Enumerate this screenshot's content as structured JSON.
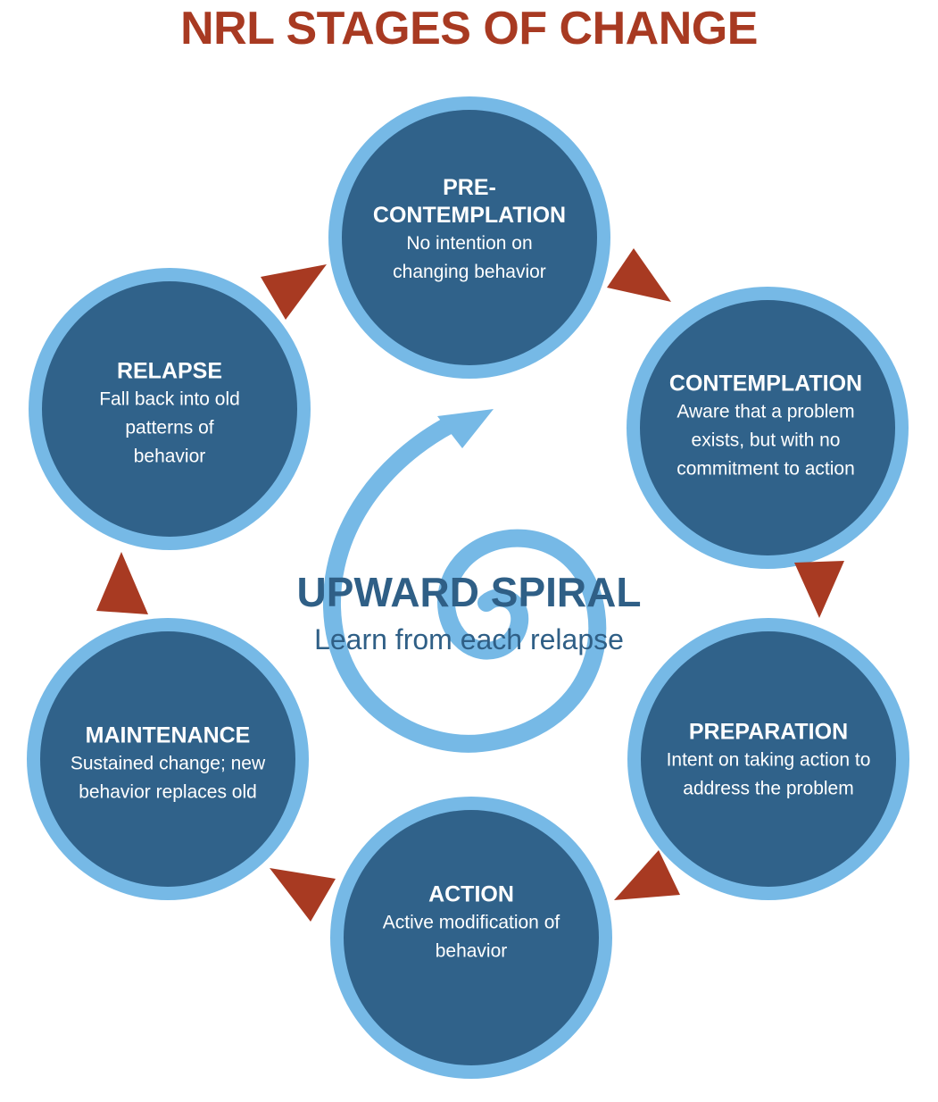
{
  "title": "NRL STAGES OF CHANGE",
  "center": {
    "title": "UPWARD SPIRAL",
    "subtitle": "Learn from each relapse"
  },
  "stages": [
    {
      "id": "pre-contemplation",
      "name": "PRE-\nCONTEMPLATION",
      "description": "No intention on changing behavior"
    },
    {
      "id": "contemplation",
      "name": "CONTEMPLATION",
      "description": "Aware that a problem exists, but with no commitment to action"
    },
    {
      "id": "preparation",
      "name": "PREPARATION",
      "description": "Intent on taking action to address the problem"
    },
    {
      "id": "action",
      "name": "ACTION",
      "description": "Active modification of behavior"
    },
    {
      "id": "maintenance",
      "name": "MAINTENANCE",
      "description": "Sustained change; new behavior replaces old"
    },
    {
      "id": "relapse",
      "name": "RELAPSE",
      "description": "Fall back into old patterns of behavior"
    }
  ],
  "colors": {
    "title": "#a83a22",
    "circle_fill": "#30628a",
    "circle_ring": "#76b9e6",
    "arrow": "#a83a22",
    "spiral": "#76b9e6",
    "center_text": "#2f5f86"
  }
}
